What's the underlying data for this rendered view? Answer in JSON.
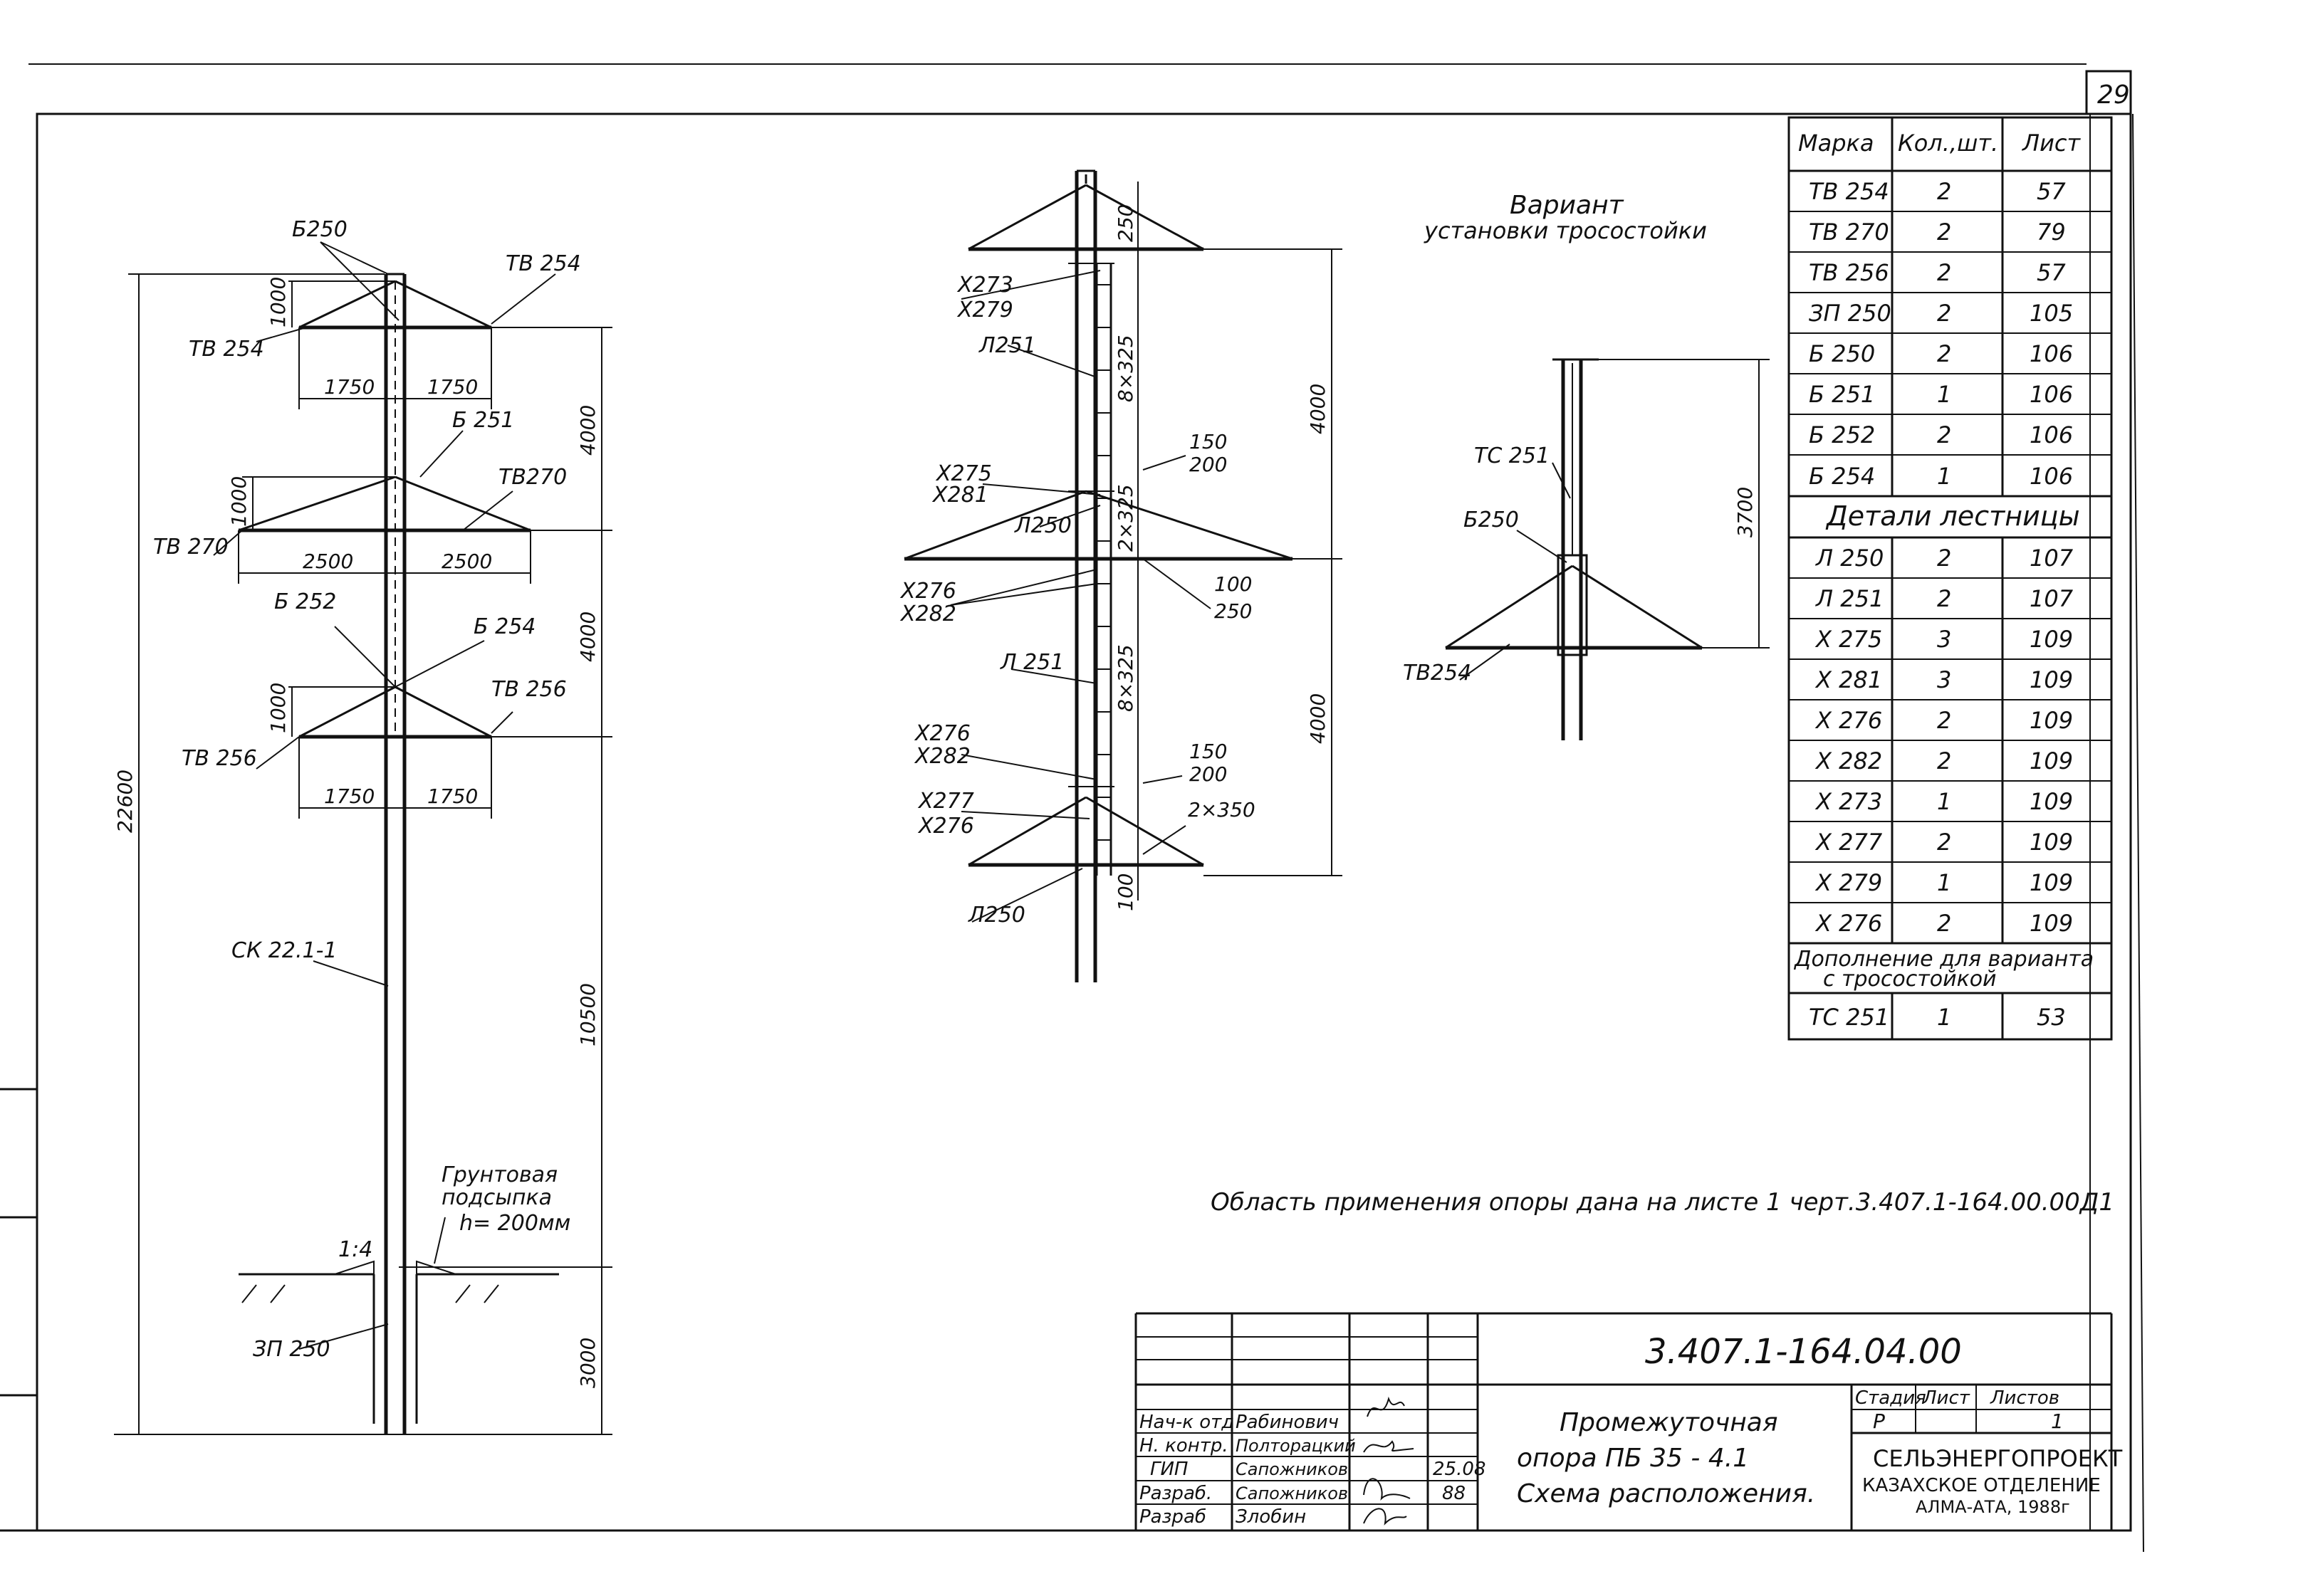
{
  "sheet_number": "29",
  "left_drawing": {
    "labels": {
      "b250": "Б250",
      "tv254_top": "ТВ 254",
      "tv254_left": "ТВ 254",
      "b251": "Б 251",
      "tv270_right": "ТВ270",
      "tv270_left": "ТВ 270",
      "b252": "Б 252",
      "b254": "Б 254",
      "tv256_right": "ТВ 256",
      "tv256_left": "ТВ 256",
      "ck": "СК 22.1-1",
      "zp250": "ЗП 250",
      "soil1": "Грунтовая",
      "soil2": "подсыпка",
      "soil3": "h= 200мм",
      "slope": "1:4"
    },
    "dims": {
      "total": "22600",
      "d1000_a": "1000",
      "d1750_a": "1750",
      "d1750_b": "1750",
      "d4000_a": "4000",
      "d1000_b": "1000",
      "d2500_a": "2500",
      "d2500_b": "2500",
      "d4000_b": "4000",
      "d1000_c": "1000",
      "d1750_c": "1750",
      "d1750_d": "1750",
      "d10500": "10500",
      "d3000": "3000"
    }
  },
  "middle_drawing": {
    "labels": {
      "x273": "Х273",
      "x279": "Х279",
      "l251_a": "Л251",
      "x275": "Х275",
      "x281": "Х281",
      "l250_a": "Л250",
      "x276_a": "Х276",
      "x282_a": "Х282",
      "l251_b": "Л 251",
      "x276_b": "Х276",
      "x282_b": "Х282",
      "x277": "Х277",
      "x276_c": "Х276",
      "l250_b": "Л250"
    },
    "dims": {
      "d250": "250",
      "d8x325_a": "8×325",
      "d150_a": "150",
      "d200_a": "200",
      "d2x325": "2×325",
      "d100_a": "100",
      "d250_b": "250",
      "d8x325_b": "8×325",
      "d150_b": "150",
      "d200_b": "200",
      "d2x350": "2×350",
      "d100_b": "100",
      "d4000_a": "4000",
      "d4000_b": "4000"
    }
  },
  "variant": {
    "title1": "Вариант",
    "title2": "установки тросостойки",
    "ts251": "ТС 251",
    "b250": "Б250",
    "tv254": "ТВ254",
    "d3700": "3700"
  },
  "table": {
    "headers": [
      "Марка",
      "Кол.,шт.",
      "Лист"
    ],
    "rows_main": [
      [
        "ТВ 254",
        "2",
        "57"
      ],
      [
        "ТВ 270",
        "2",
        "79"
      ],
      [
        "ТВ 256",
        "2",
        "57"
      ],
      [
        "ЗП 250",
        "2",
        "105"
      ],
      [
        "Б 250",
        "2",
        "106"
      ],
      [
        "Б 251",
        "1",
        "106"
      ],
      [
        "Б 252",
        "2",
        "106"
      ],
      [
        "Б 254",
        "1",
        "106"
      ]
    ],
    "section_ladder": "Детали лестницы",
    "rows_ladder": [
      [
        "Л 250",
        "2",
        "107"
      ],
      [
        "Л 251",
        "2",
        "107"
      ],
      [
        "Х 275",
        "3",
        "109"
      ],
      [
        "Х 281",
        "3",
        "109"
      ],
      [
        "Х 276",
        "2",
        "109"
      ],
      [
        "Х 282",
        "2",
        "109"
      ],
      [
        "Х 273",
        "1",
        "109"
      ],
      [
        "Х 277",
        "2",
        "109"
      ],
      [
        "Х 279",
        "1",
        "109"
      ],
      [
        "Х 276",
        "2",
        "109"
      ]
    ],
    "section_extra_1": "Дополнение для варианта",
    "section_extra_2": "с тросостойкой",
    "rows_extra": [
      [
        "ТС 251",
        "1",
        "53"
      ]
    ]
  },
  "note": "Область применения опоры дана на листе 1 черт.3.407.1-164.00.00Д1",
  "title_block": {
    "code": "3.407.1-164.04.00",
    "roles": [
      "Нач-к отд",
      "Н. контр.",
      "ГИП",
      "Разраб.",
      "Разраб"
    ],
    "names": [
      "Рабинович",
      "Полторацкий",
      "Сапожников",
      "Сапожников",
      "Злобин"
    ],
    "date": "25.08",
    "date2": "88",
    "title1": "Промежуточная",
    "title2": "опора   ПБ 35 - 4.1",
    "title3": "Схема расположения.",
    "stage_h": "Стадия",
    "sheet_h": "Лист",
    "sheets_h": "Листов",
    "stage": "Р",
    "sheets": "1",
    "org1": "СЕЛЬЭНЕРГОПРОЕКТ",
    "org2": "КАЗАХСКОЕ ОТДЕЛЕНИЕ",
    "org3": "АЛМА-АТА, 1988г"
  }
}
